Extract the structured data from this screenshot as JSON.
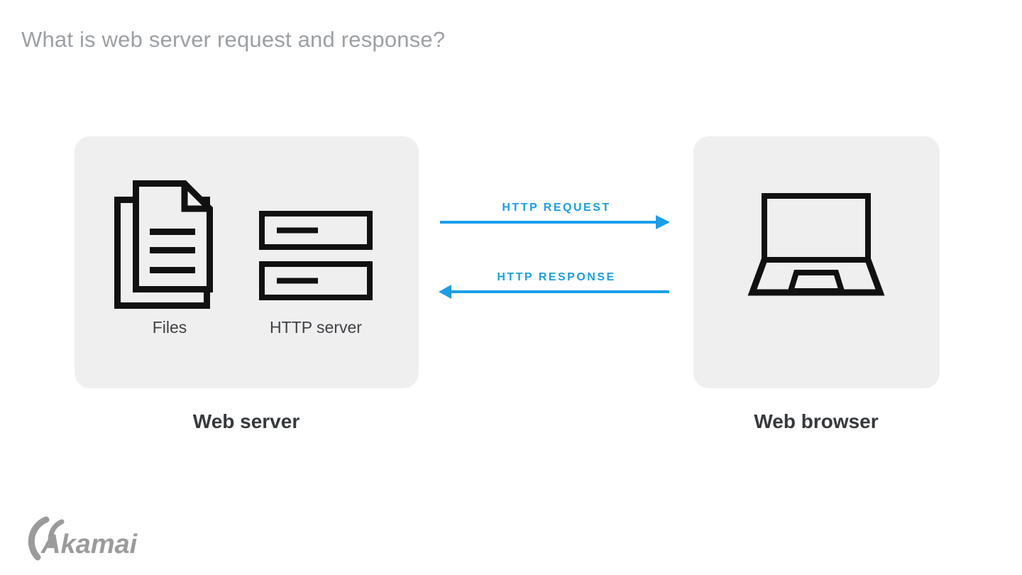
{
  "title": "What is web server request and response?",
  "diagram": {
    "web_server": {
      "label": "Web server",
      "files": {
        "label": "Files",
        "icon": "files-icon"
      },
      "http_server": {
        "label": "HTTP server",
        "icon": "server-stack-icon"
      }
    },
    "web_browser": {
      "label": "Web browser",
      "icon": "laptop-icon"
    },
    "request_arrow": {
      "label": "HTTP REQUEST",
      "direction": "left-to-right"
    },
    "response_arrow": {
      "label": "HTTP RESPONSE",
      "direction": "right-to-left"
    }
  },
  "footer": {
    "brand": "Akamai"
  },
  "colors": {
    "accent_blue": "#1a9ee8",
    "panel_background": "#efeff0",
    "icon_stroke": "#111111",
    "title_gray": "#9ca0a4",
    "icon_label_gray": "#3f4245",
    "caption_dark": "#36393c",
    "brand_gray": "#9b9b9b"
  }
}
